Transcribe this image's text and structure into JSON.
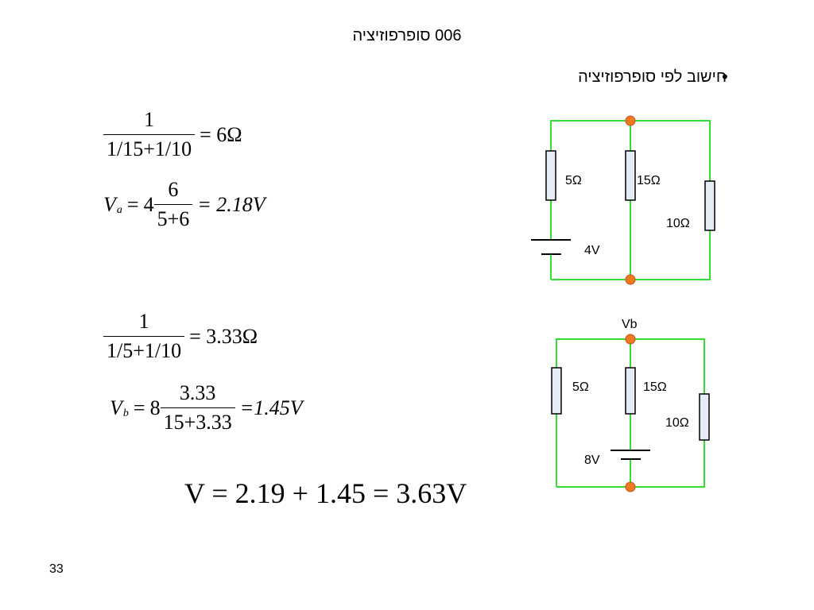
{
  "slide": {
    "title": "006 סופרפוזיציה",
    "bullet": "חישוב לפי סופרפוזיציה",
    "bullet_symbol": "•",
    "page_number": "33"
  },
  "equations": {
    "eq1": {
      "num": "1",
      "den": "1/15+1/10",
      "rhs": "= 6Ω"
    },
    "eq2": {
      "lhs": "V",
      "sub": "a",
      "eq": "=",
      "coef": "4",
      "num": "6",
      "den": "5+6",
      "rhs": "= 2.18V"
    },
    "eq3": {
      "num": "1",
      "den": "1/5+1/10",
      "rhs": "= 3.33Ω"
    },
    "eq4": {
      "lhs": "V",
      "sub": "b",
      "eq": "=",
      "coef": "8",
      "num": "3.33",
      "den": "15+3.33",
      "rhs": "=1.45V"
    },
    "eq5": {
      "text": "V = 2.19 + 1.45 = 3.63V"
    }
  },
  "circuit_a": {
    "r1": "5Ω",
    "r2": "15Ω",
    "r3": "10Ω",
    "source": "4V"
  },
  "circuit_b": {
    "node_label": "Vb",
    "r1": "5Ω",
    "r2": "15Ω",
    "r3": "10Ω",
    "source": "8V"
  },
  "colors": {
    "wire": "#33dd33",
    "node": "#f07820",
    "resistor_fill": "#e6ecf5"
  }
}
